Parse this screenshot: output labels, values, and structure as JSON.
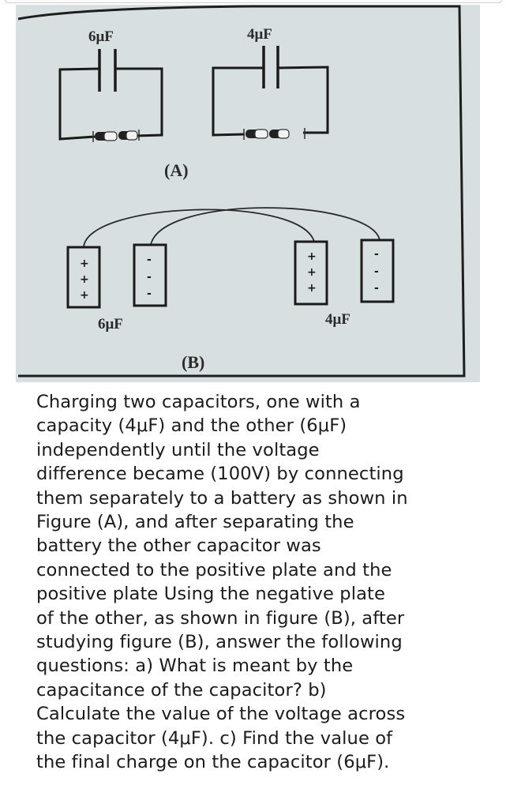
{
  "figure": {
    "panel_a": {
      "caption": "(A)",
      "left_capacitor_label": "6μF",
      "right_capacitor_label": "4μF"
    },
    "panel_b": {
      "caption": "(B)",
      "left_capacitor_label": "6μF",
      "right_capacitor_label": "4μF",
      "positive_sign": "+",
      "negative_sign": "-"
    }
  },
  "question": {
    "lines": [
      "Charging two capacitors, one with a",
      "capacity (4μF) and the other (6μF)",
      "independently until the voltage",
      "difference became (100V) by connecting",
      "them separately to a battery as shown in",
      "Figure (A), and after separating the",
      "battery the other capacitor was",
      "connected to the positive plate and the",
      "positive plate  Using the negative plate",
      "of the other, as shown in figure (B), after",
      "studying figure (B), answer the following",
      "questions: a) What is meant by the",
      "capacitance of the capacitor?  b)",
      "Calculate the value of the voltage across",
      "the capacitor (4μF).  c) Find the value of",
      "the final charge on the capacitor (6μF)."
    ]
  }
}
